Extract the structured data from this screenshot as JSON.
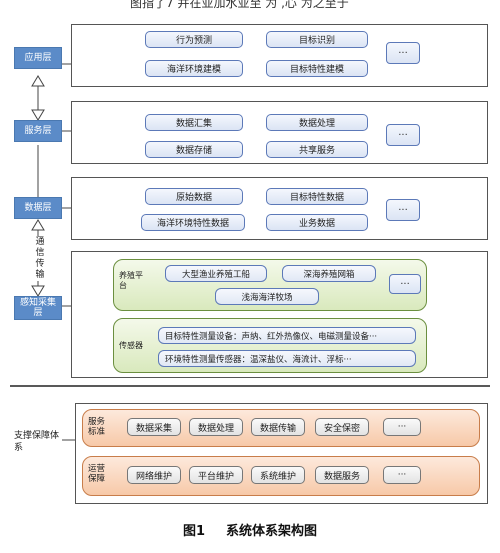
{
  "top_cut_text": "图指了7 并在亚加水亚至 为 ,心 为之至于",
  "layers": {
    "application": {
      "label": "应用层",
      "items": [
        "行为预测",
        "目标识别",
        "海洋环境建模",
        "目标特性建模"
      ],
      "more": "···"
    },
    "service": {
      "label": "服务层",
      "items": [
        "数据汇集",
        "数据处理",
        "数据存储",
        "共享服务"
      ],
      "more": "···"
    },
    "data": {
      "label": "数据层",
      "items": [
        "原始数据",
        "目标特性数据",
        "海洋环境特性数据",
        "业务数据"
      ],
      "more": "···"
    },
    "comm_label": "通信传输",
    "sensing": {
      "label": "感知采集层",
      "platform": {
        "label": "养殖平台",
        "items": [
          "大型渔业养殖工船",
          "深海养殖网箱",
          "浅海海洋牧场"
        ],
        "more": "···"
      },
      "sensor": {
        "label": "传感器",
        "items": [
          "目标特性测量设备：声纳、红外热像仪、电磁测量设备···",
          "环境特性测量传感器：温深盐仪、海流计、浮标···"
        ]
      }
    }
  },
  "support": {
    "label": "支撑保障体系",
    "service_standard": {
      "label": "服务标准",
      "items": [
        "数据采集",
        "数据处理",
        "数据传输",
        "安全保密"
      ],
      "more": "···"
    },
    "ops": {
      "label": "运营保障",
      "items": [
        "网络维护",
        "平台维护",
        "系统维护",
        "数据服务"
      ],
      "more": "···"
    }
  },
  "caption": {
    "number": "图1",
    "title": "系统体系架构图"
  }
}
